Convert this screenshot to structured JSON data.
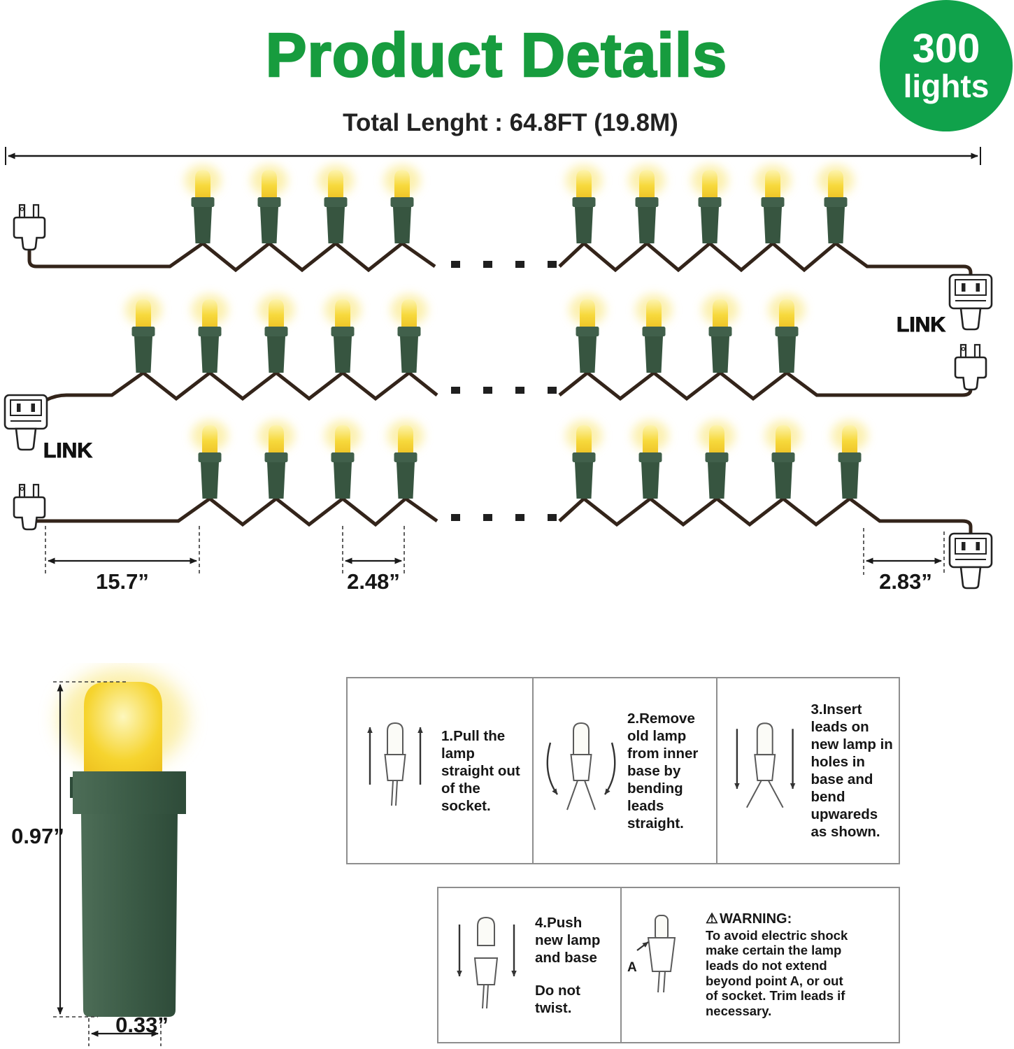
{
  "colors": {
    "brand_green": "#179c3e",
    "badge_green": "#10a24b",
    "bulb_yellow": "#f7d93c",
    "socket_green": "#3c5c47",
    "wire_brown": "#33241a"
  },
  "header": {
    "title": "Product Details",
    "badge": {
      "count": "300",
      "unit": "lights"
    }
  },
  "string_diagram": {
    "total_length_label": "Total Lenght : 64.8FT (19.8M)",
    "link_right": "LINK",
    "link_left": "LINK",
    "dim_plug_to_first": "15.7”",
    "dim_bulb_spacing": "2.48”",
    "dim_last_to_end": "2.83”"
  },
  "bulb_detail": {
    "height_label": "0.97”",
    "width_label": "0.33”"
  },
  "instructions": {
    "step1": "1.Pull the lamp straight out of the socket.",
    "step2": "2.Remove old lamp from inner base by bending leads straight.",
    "step3": "3.Insert leads on new lamp in holes in base and bend upwareds as shown.",
    "step4_title": "4.Push new lamp and base",
    "step4_note": "Do not twist.",
    "warning_icon": "⚠",
    "warning_title": "WARNING:",
    "warning_body": "To avoid electric shock make certain the lamp leads do not extend beyond point A, or out of socket. Trim leads if necessary.",
    "point_a_label": "A"
  }
}
